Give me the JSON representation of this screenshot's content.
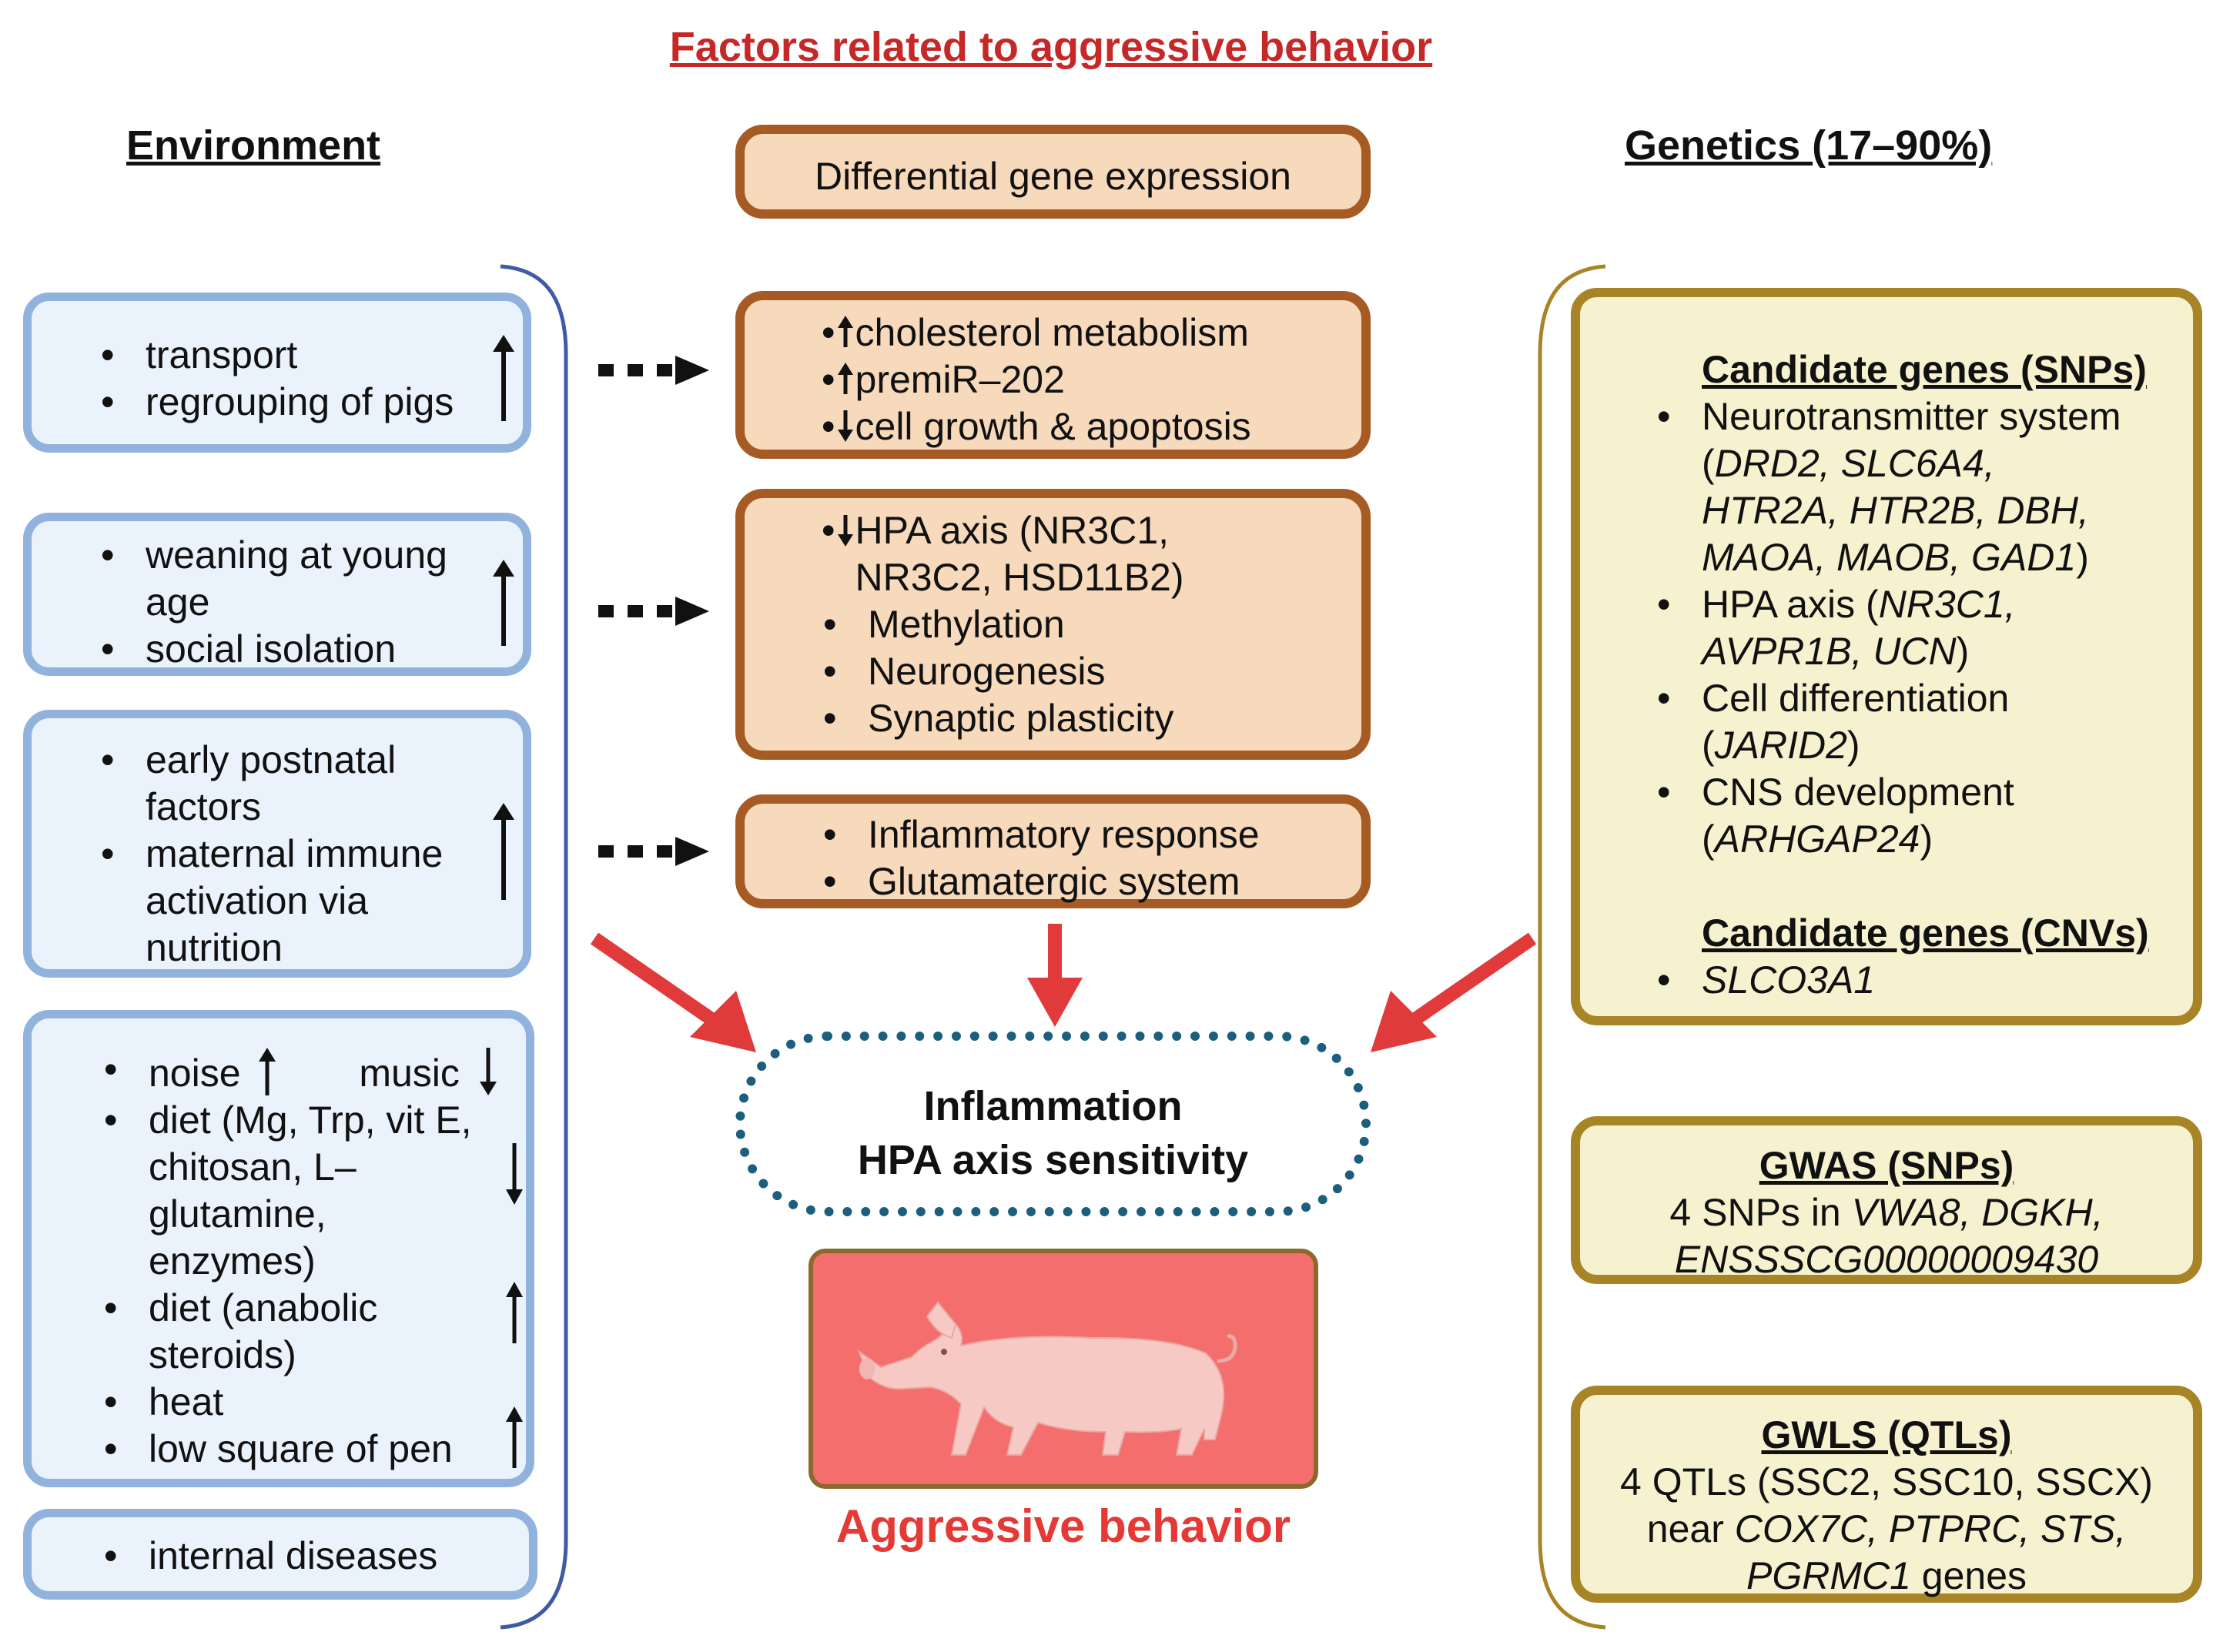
{
  "title": "Factors related to aggressive behavior",
  "environment": {
    "heading": "Environment",
    "boxes": [
      {
        "items": [
          "transport",
          "regrouping of pigs"
        ]
      },
      {
        "items": [
          "weaning at young age",
          "social isolation"
        ]
      },
      {
        "items": [
          "early postnatal factors",
          "maternal immune activation via nutrition"
        ]
      },
      {
        "items": [
          {
            "a": "noise",
            "b": "music"
          },
          "diet (Mg, Trp, vit E, chitosan, L–glutamine, enzymes)",
          "diet (anabolic steroids)",
          "heat",
          "low square of pen"
        ]
      },
      {
        "items": [
          "internal diseases"
        ]
      }
    ]
  },
  "center": {
    "header": "Differential gene expression",
    "box1": [
      "cholesterol metabolism",
      "premiR–202",
      "cell growth & apoptosis"
    ],
    "box2": [
      "HPA axis  (NR3C1, NR3C2, HSD11B2)",
      "Methylation",
      "Neurogenesis",
      "Synaptic plasticity"
    ],
    "box3": [
      "Inflammatory response",
      "Glutamatergic system"
    ],
    "oval": [
      "Inflammation",
      "HPA axis sensitivity"
    ],
    "outcome": "Aggressive behavior"
  },
  "genetics": {
    "heading": "Genetics (17–90%)",
    "snps_heading": "Candidate genes (SNPs)",
    "snp_items": [
      {
        "label": "Neurotransmitter system (",
        "genes": "DRD2, SLC6A4, HTR2A, HTR2B, DBH, MAOA, MAOB, GAD1",
        "close": ")"
      },
      {
        "label": "HPA axis (",
        "genes": "NR3C1, AVPR1B, UCN",
        "close": ")"
      },
      {
        "label": "Cell differentiation (",
        "genes": "JARID2",
        "close": ")"
      },
      {
        "label": "CNS development (",
        "genes": "ARHGAP24",
        "close": ")"
      }
    ],
    "cnvs_heading": "Candidate genes (CNVs)",
    "cnv_items": [
      "SLCO3A1"
    ],
    "gwas": {
      "heading": "GWAS (SNPs)",
      "line1_pre": "4 SNPs in ",
      "line1_genes": "VWA8, DGKH,",
      "line2": "ENSSSCG00000009430"
    },
    "gwls": {
      "heading": "GWLS (QTLs)",
      "line1": "4 QTLs (SSC2, SSC10, SSCX)",
      "line2_pre": "near ",
      "line2_genes": "COX7C, PTPRC, STS,",
      "line3_genes": "PGRMC1",
      "line3_post": " genes"
    }
  },
  "colors": {
    "env_border": "#91b2dc",
    "center_border": "#a65a24",
    "genetics_border": "#a78426",
    "red_arrow": "#e03a3a",
    "oval_border": "#1b5e7e",
    "outcome_text": "#e53935"
  }
}
